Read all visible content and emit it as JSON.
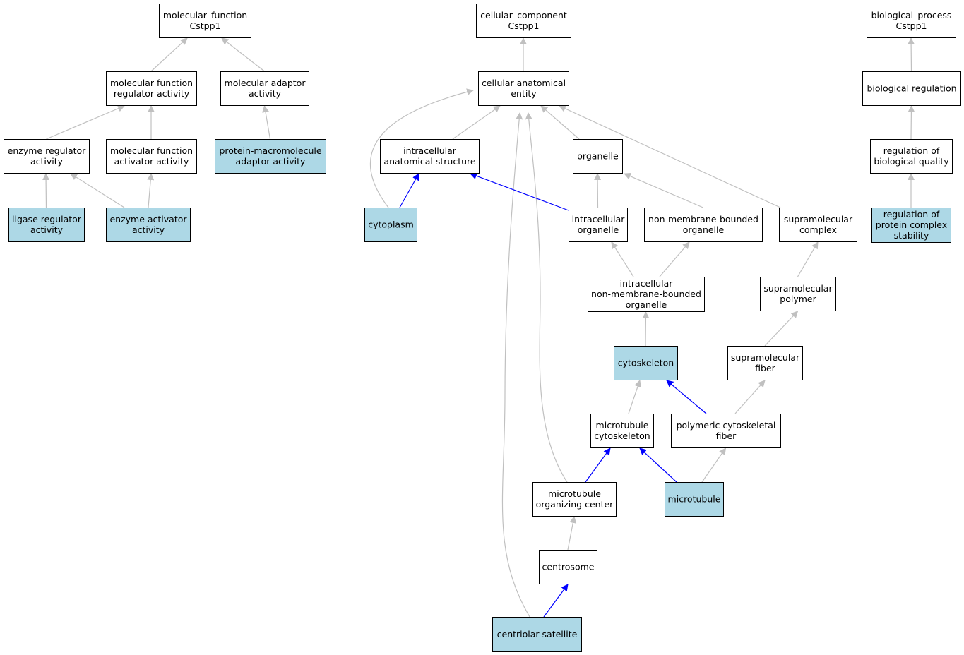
{
  "colors": {
    "highlight_fill": "#add8e6",
    "plain_fill": "#ffffff",
    "grey_edge": "#c0c0c0",
    "blue_edge": "#0000ff",
    "border": "#000000"
  },
  "nodes": {
    "mf_root": [
      "molecular_function",
      "Cstpp1"
    ],
    "mf_reg": [
      "molecular function",
      "regulator activity"
    ],
    "mf_adaptor": [
      "molecular adaptor",
      "activity"
    ],
    "enz_reg": [
      "enzyme regulator",
      "activity"
    ],
    "mf_activator": [
      "molecular function",
      "activator activity"
    ],
    "prot_macro": [
      "protein-macromolecule",
      "adaptor activity"
    ],
    "ligase_reg": [
      "ligase regulator",
      "activity"
    ],
    "enz_activator": [
      "enzyme activator",
      "activity"
    ],
    "cc_root": [
      "cellular_component",
      "Cstpp1"
    ],
    "cae": [
      "cellular anatomical",
      "entity"
    ],
    "ias": [
      "intracellular",
      "anatomical structure"
    ],
    "organelle": [
      "organelle"
    ],
    "cytoplasm": [
      "cytoplasm"
    ],
    "intra_org": [
      "intracellular",
      "organelle"
    ],
    "nmbo": [
      "non-membrane-bounded",
      "organelle"
    ],
    "supra_complex": [
      "supramolecular",
      "complex"
    ],
    "inmbo": [
      "intracellular",
      "non-membrane-bounded",
      "organelle"
    ],
    "supra_polymer": [
      "supramolecular",
      "polymer"
    ],
    "cytoskeleton": [
      "cytoskeleton"
    ],
    "supra_fiber": [
      "supramolecular",
      "fiber"
    ],
    "mt_cyto": [
      "microtubule",
      "cytoskeleton"
    ],
    "poly_fiber": [
      "polymeric cytoskeletal",
      "fiber"
    ],
    "mtoc": [
      "microtubule",
      "organizing center"
    ],
    "microtubule": [
      "microtubule"
    ],
    "centrosome": [
      "centrosome"
    ],
    "cent_sat": [
      "centriolar satellite"
    ],
    "bp_root": [
      "biological_process",
      "Cstpp1"
    ],
    "bio_reg": [
      "biological regulation"
    ],
    "reg_bq": [
      "regulation of",
      "biological quality"
    ],
    "reg_pcs": [
      "regulation of",
      "protein complex",
      "stability"
    ]
  },
  "highlighted": [
    "prot_macro",
    "ligase_reg",
    "enz_activator",
    "cytoplasm",
    "cytoskeleton",
    "microtubule",
    "cent_sat",
    "reg_pcs"
  ],
  "edges": [
    {
      "from": "mf_reg",
      "to": "mf_root",
      "color": "grey"
    },
    {
      "from": "mf_adaptor",
      "to": "mf_root",
      "color": "grey"
    },
    {
      "from": "enz_reg",
      "to": "mf_reg",
      "color": "grey"
    },
    {
      "from": "mf_activator",
      "to": "mf_reg",
      "color": "grey"
    },
    {
      "from": "prot_macro",
      "to": "mf_adaptor",
      "color": "grey"
    },
    {
      "from": "ligase_reg",
      "to": "enz_reg",
      "color": "grey"
    },
    {
      "from": "enz_activator",
      "to": "enz_reg",
      "color": "grey"
    },
    {
      "from": "enz_activator",
      "to": "mf_activator",
      "color": "grey"
    },
    {
      "from": "cae",
      "to": "cc_root",
      "color": "grey"
    },
    {
      "from": "ias",
      "to": "cae",
      "color": "grey"
    },
    {
      "from": "organelle",
      "to": "cae",
      "color": "grey"
    },
    {
      "from": "supra_complex",
      "to": "cae",
      "color": "grey"
    },
    {
      "from": "cytoplasm",
      "to": "cae",
      "color": "grey"
    },
    {
      "from": "mtoc",
      "to": "cae",
      "color": "grey"
    },
    {
      "from": "cent_sat",
      "to": "cae",
      "color": "grey"
    },
    {
      "from": "cytoplasm",
      "to": "ias",
      "color": "blue"
    },
    {
      "from": "intra_org",
      "to": "ias",
      "color": "blue"
    },
    {
      "from": "intra_org",
      "to": "organelle",
      "color": "grey"
    },
    {
      "from": "nmbo",
      "to": "organelle",
      "color": "grey"
    },
    {
      "from": "inmbo",
      "to": "intra_org",
      "color": "grey"
    },
    {
      "from": "inmbo",
      "to": "nmbo",
      "color": "grey"
    },
    {
      "from": "cytoskeleton",
      "to": "inmbo",
      "color": "grey"
    },
    {
      "from": "supra_polymer",
      "to": "supra_complex",
      "color": "grey"
    },
    {
      "from": "supra_fiber",
      "to": "supra_polymer",
      "color": "grey"
    },
    {
      "from": "poly_fiber",
      "to": "supra_fiber",
      "color": "grey"
    },
    {
      "from": "poly_fiber",
      "to": "cytoskeleton",
      "color": "blue"
    },
    {
      "from": "mt_cyto",
      "to": "cytoskeleton",
      "color": "grey"
    },
    {
      "from": "mtoc",
      "to": "mt_cyto",
      "color": "blue"
    },
    {
      "from": "microtubule",
      "to": "mt_cyto",
      "color": "blue"
    },
    {
      "from": "microtubule",
      "to": "poly_fiber",
      "color": "grey"
    },
    {
      "from": "centrosome",
      "to": "mtoc",
      "color": "grey"
    },
    {
      "from": "cent_sat",
      "to": "centrosome",
      "color": "blue"
    },
    {
      "from": "bio_reg",
      "to": "bp_root",
      "color": "grey"
    },
    {
      "from": "reg_bq",
      "to": "bio_reg",
      "color": "grey"
    },
    {
      "from": "reg_pcs",
      "to": "reg_bq",
      "color": "grey"
    }
  ]
}
